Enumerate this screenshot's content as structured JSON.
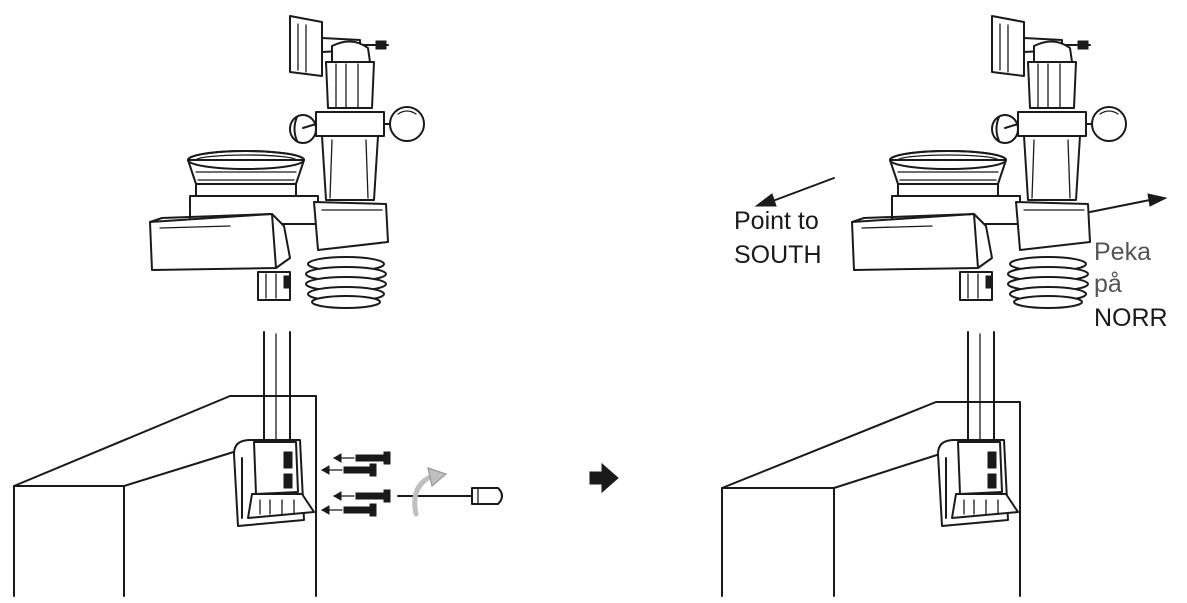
{
  "labels": {
    "south_line1": "Point to",
    "south_line2": "SOUTH",
    "north_line1": "Peka",
    "north_line2": "på",
    "north_line3": "NORR"
  },
  "colors": {
    "ink": "#1a1a1a",
    "background": "#ffffff",
    "curved_arrow": "#bfbfbf"
  },
  "icons": {
    "step_arrow": "right-arrow-icon",
    "rotate_hint": "curved-arrow-icon"
  }
}
